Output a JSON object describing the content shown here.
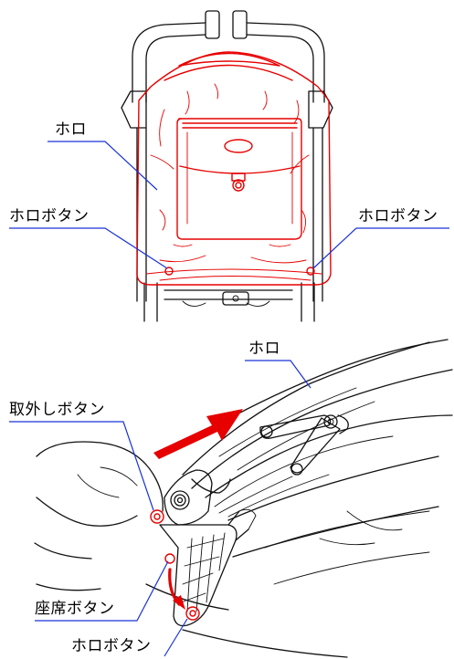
{
  "top_view": {
    "label_canopy": "ホロ",
    "label_button_left": "ホロボタン",
    "label_button_right": "ホロボタン"
  },
  "detail_view": {
    "label_canopy": "ホロ",
    "label_release_button": "取外しボタン",
    "label_seat_button": "座席ボタン",
    "label_canopy_button": "ホロボタン"
  },
  "colors": {
    "canopy": "#e60000",
    "leader": "#1a33d6",
    "arrow": "#e60000",
    "outline": "#111111"
  }
}
